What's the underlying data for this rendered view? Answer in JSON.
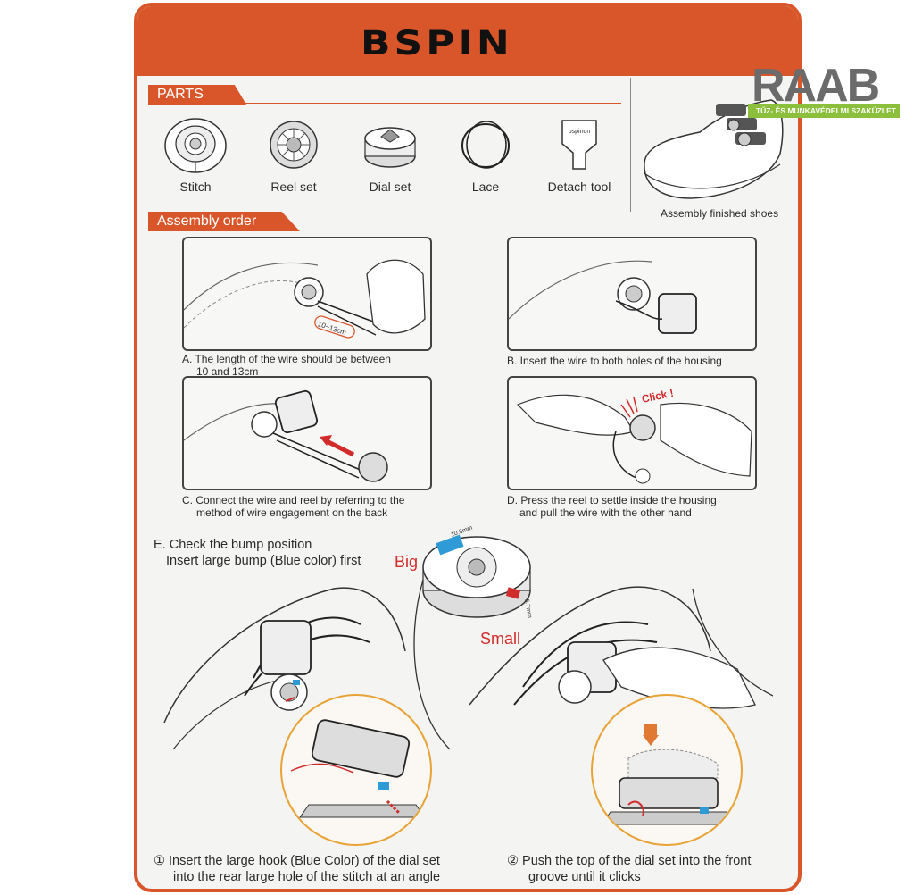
{
  "brand": {
    "logo": "BSPIN"
  },
  "watermark": {
    "name": "RAAB",
    "tagline": "TŰZ- ÉS MUNKAVÉDELMI SZAKÜZLET"
  },
  "sections": {
    "parts": "PARTS",
    "assembly": "Assembly order"
  },
  "parts": [
    {
      "label": "Stitch"
    },
    {
      "label": "Reel set"
    },
    {
      "label": "Dial set"
    },
    {
      "label": "Lace"
    },
    {
      "label": "Detach tool",
      "marking": "bspinon"
    }
  ],
  "finished_label": "Assembly finished shoes",
  "steps": {
    "a": {
      "line1": "A. The length of the wire should be between",
      "line2": "10 and 13cm",
      "measure": "10~13cm"
    },
    "b": {
      "line1": "B. Insert the wire to both holes of the housing"
    },
    "c": {
      "line1": "C. Connect the wire and reel by referring to the",
      "line2": "method of wire engagement on the back"
    },
    "d": {
      "line1": "D. Press the reel to settle inside the housing",
      "line2": "and pull the wire with the other hand",
      "click": "Click !"
    }
  },
  "step_e": {
    "line1": "E. Check the bump position",
    "line2": "Insert large bump (Blue color) first",
    "big": "Big",
    "small": "Small",
    "big_size": "10.6mm",
    "small_size": "5.7mm"
  },
  "final": {
    "one": {
      "line1": "① Insert the large hook (Blue Color) of the dial set",
      "line2": "into the rear large hole of the stitch at an angle"
    },
    "two": {
      "line1": "② Push the top of the dial set into the front",
      "line2": "groove until it clicks"
    }
  },
  "colors": {
    "accent": "#d9562b",
    "blue_bump": "#2e9ad6",
    "red_bump": "#d22b2b",
    "ring": "#e8a336"
  }
}
